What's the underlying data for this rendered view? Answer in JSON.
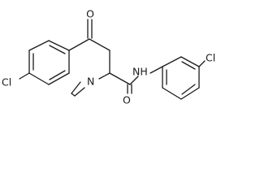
{
  "molecule": {
    "atoms": {
      "chlorine_left": "Cl",
      "ketone_oxygen": "O",
      "aziridine_nitrogen": "N",
      "amide_nh": "NH",
      "amide_oxygen": "O",
      "chlorine_right": "Cl"
    }
  }
}
